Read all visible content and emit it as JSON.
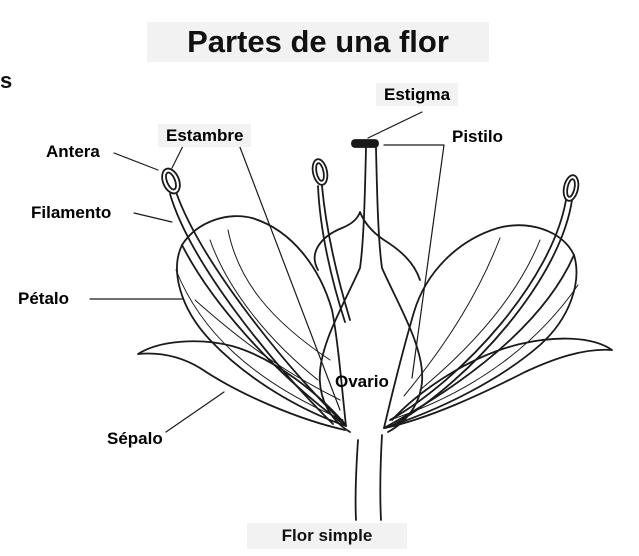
{
  "title": "Partes de una flor",
  "caption": "Flor simple",
  "edge_fragment": "s",
  "labels": {
    "estigma": "Estigma",
    "estambre": "Estambre",
    "pistilo": "Pistilo",
    "antera": "Antera",
    "filamento": "Filamento",
    "petalo": "Pétalo",
    "ovario": "Ovario",
    "sepalo": "Sépalo"
  }
}
